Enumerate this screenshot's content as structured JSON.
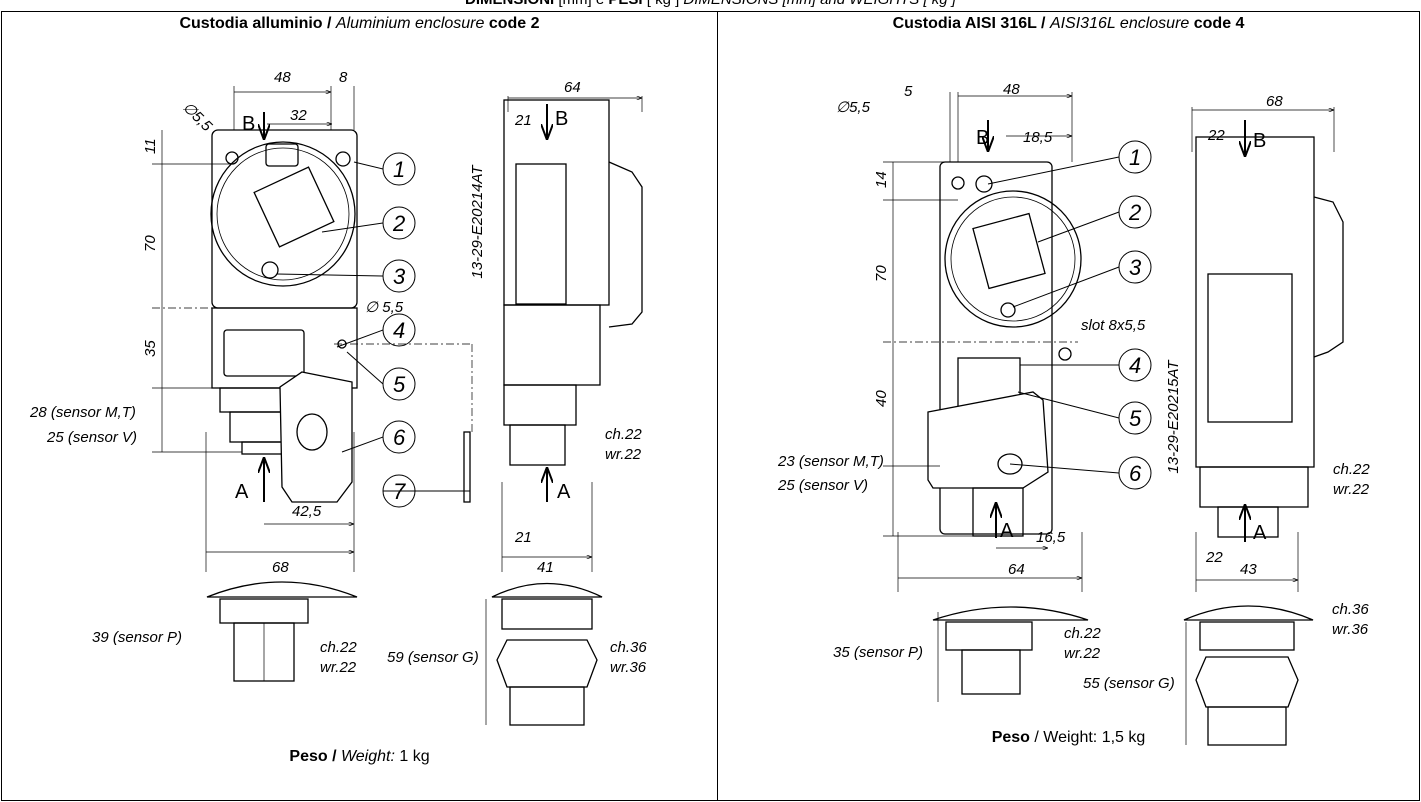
{
  "page_title": {
    "bold_part": "DIMENSIONI",
    "mm_part": " [mm] e ",
    "bold_part_2": "PESI",
    "kg_part": " [ kg ] ",
    "italic_part": "DIMENSIONS [mm] and WEIGHTS [ kg ]"
  },
  "left": {
    "header_it": "Custodia alluminio / ",
    "header_en": "Aluminium enclosure",
    "header_code": " code 2",
    "weight_it": "Peso / ",
    "weight_en": "Weight:",
    "weight_val": " 1 kg",
    "drawing_code": "13-29-E20214AT",
    "dims": {
      "w48": "48",
      "w8": "8",
      "w32": "32",
      "dia55": "∅5,5",
      "dia55b": "∅ 5,5",
      "h11": "11",
      "h70": "70",
      "h35": "35",
      "s28": "28 (sensor M,T)",
      "s25": "25 (sensor V)",
      "w425": "42,5",
      "w68": "68",
      "s39": "39 (sensor P)",
      "ch22": "ch.22",
      "wr22": "wr.22",
      "side64": "64",
      "side21": "21",
      "side21b": "21",
      "side41": "41",
      "s59": "59 (sensor G)",
      "ch36": "ch.36",
      "wr36": "wr.36",
      "side_ch22": "ch.22",
      "side_wr22": "wr.22",
      "labelA": "A",
      "labelB": "B",
      "labelA2": "A",
      "labelB2": "B"
    },
    "callouts": [
      "1",
      "2",
      "3",
      "4",
      "5",
      "6",
      "7"
    ]
  },
  "right": {
    "header_it": "Custodia AISI 316L / ",
    "header_en": "AISI316L enclosure",
    "header_code": " code 4",
    "weight_it": "Peso",
    "weight_en": " / Weight: 1,5 kg",
    "drawing_code": "13-29-E20215AT",
    "dims": {
      "dia55": "∅5,5",
      "w5": "5",
      "w48": "48",
      "w185": "18,5",
      "h14": "14",
      "h70": "70",
      "h40": "40",
      "slot": "slot 8x5,5",
      "s23": "23 (sensor M,T)",
      "s25": "25 (sensor V)",
      "w165": "16,5",
      "w64": "64",
      "s35": "35 (sensor P)",
      "ch22": "ch.22",
      "wr22": "wr.22",
      "side68": "68",
      "side22": "22",
      "side22b": "22",
      "side43": "43",
      "side_ch22": "ch.22",
      "side_wr22": "wr.22",
      "s55": "55 (sensor G)",
      "ch36": "ch.36",
      "wr36": "wr.36",
      "labelA": "A",
      "labelB": "B",
      "labelA2": "A",
      "labelB2": "B"
    },
    "callouts": [
      "1",
      "2",
      "3",
      "4",
      "5",
      "6"
    ]
  }
}
